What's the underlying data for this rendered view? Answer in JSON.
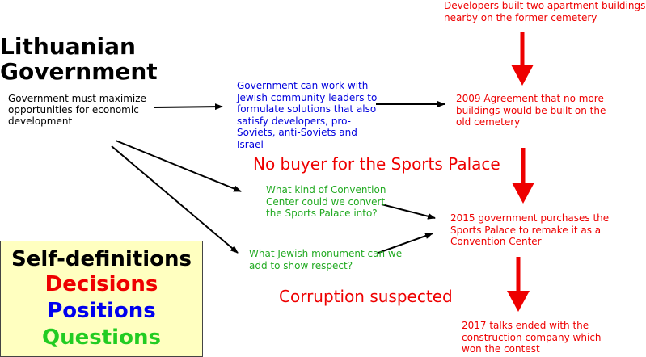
{
  "title": {
    "line1": "Lithuanian",
    "line2": "Government"
  },
  "gov_note": "Government must maximize opportunities for economic development",
  "blue_note": "Government can work with Jewish community leaders to formulate solutions that also satisfy developers, pro-Soviets, anti-Soviets and Israel",
  "red_notes": {
    "developers": "Developers built two apartment buildings nearby on the former cemetery",
    "agreement": "2009 Agreement that no more buildings would be built on the old cemetery",
    "purchase": "2015 government purchases the Sports Palace to remake it as a Convention Center",
    "talks": "2017 talks ended with the construction company which won the contest"
  },
  "green_notes": {
    "convention": "What kind of Convention Center could we convert the Sports Palace into?",
    "monument": "What Jewish monument can we add to show respect?"
  },
  "big_labels": {
    "no_buyer": "No buyer for the Sports Palace",
    "corruption": "Corruption suspected"
  },
  "legend": {
    "heading": "Self-definitions",
    "decisions": "Decisions",
    "positions": "Positions",
    "questions": "Questions"
  },
  "colors": {
    "decisions": "#ee0000",
    "positions": "#0000ee",
    "questions": "#22cc22",
    "legend_bg": "#ffffc0"
  }
}
